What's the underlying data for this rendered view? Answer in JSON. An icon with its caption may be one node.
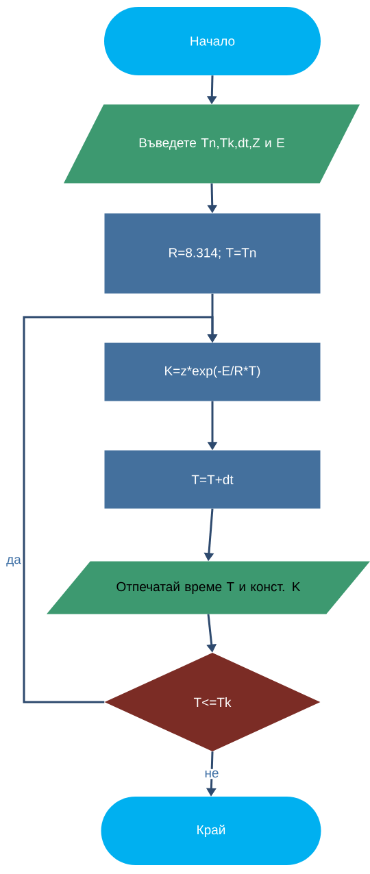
{
  "diagram": {
    "nodes": [
      {
        "text": [
          "Начало"
        ]
      },
      {
        "text": [
          "Въведете Tn,Tk,dt,Z и E"
        ]
      },
      {
        "text": [
          "R=8.314; T=Tn"
        ]
      },
      {
        "text": [
          "K=z*exp(-E/R*T)"
        ]
      },
      {
        "text": [
          "T=T+dt"
        ]
      },
      {
        "text": [
          "Отпечатай време T и конст. K"
        ]
      },
      {
        "text": [
          "T<=Tk"
        ]
      },
      {
        "text": [
          "Край"
        ]
      }
    ],
    "edges": [
      {
        "from": 0,
        "to": 1,
        "arrow": "to"
      },
      {
        "from": 1,
        "to": 2,
        "arrow": "to"
      },
      {
        "from": 2,
        "to": 3,
        "arrow": "to"
      },
      {
        "from": 3,
        "to": 4,
        "arrow": "to"
      },
      {
        "from": 4,
        "to": 5,
        "arrow": "to"
      },
      {
        "from": 5,
        "to": 6,
        "arrow": "to"
      },
      {
        "from": 6,
        "to": 3,
        "arrow": "to",
        "label": "да"
      },
      {
        "from": 6,
        "to": 7,
        "arrow": "to",
        "label": "не"
      }
    ]
  }
}
